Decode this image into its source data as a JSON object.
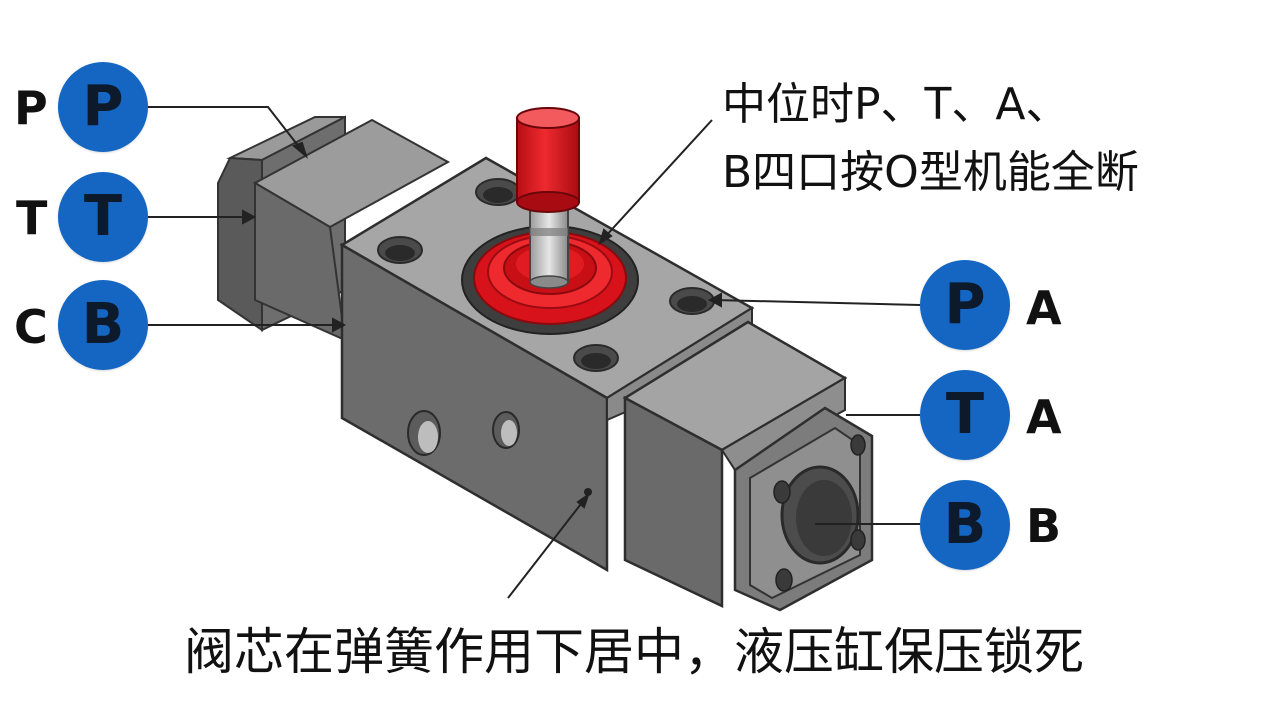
{
  "left_ports": [
    {
      "plain": "P",
      "badge": "P"
    },
    {
      "plain": "T",
      "badge": "T"
    },
    {
      "plain": "C",
      "badge": "B"
    }
  ],
  "right_ports": [
    {
      "badge": "P",
      "plain": "A"
    },
    {
      "badge": "T",
      "plain": "A"
    },
    {
      "badge": "B",
      "plain": "B"
    }
  ],
  "callout": {
    "line1": "中位时P、T、A、",
    "line2": "B四口按O型机能全断"
  },
  "caption": "阀芯在弹簧作用下居中，液压缸保压锁死",
  "colors": {
    "badge": "#1466c2",
    "body_front": "#6f6f6f",
    "body_top": "#a3a3a3",
    "spool_red": "#d8121a"
  }
}
